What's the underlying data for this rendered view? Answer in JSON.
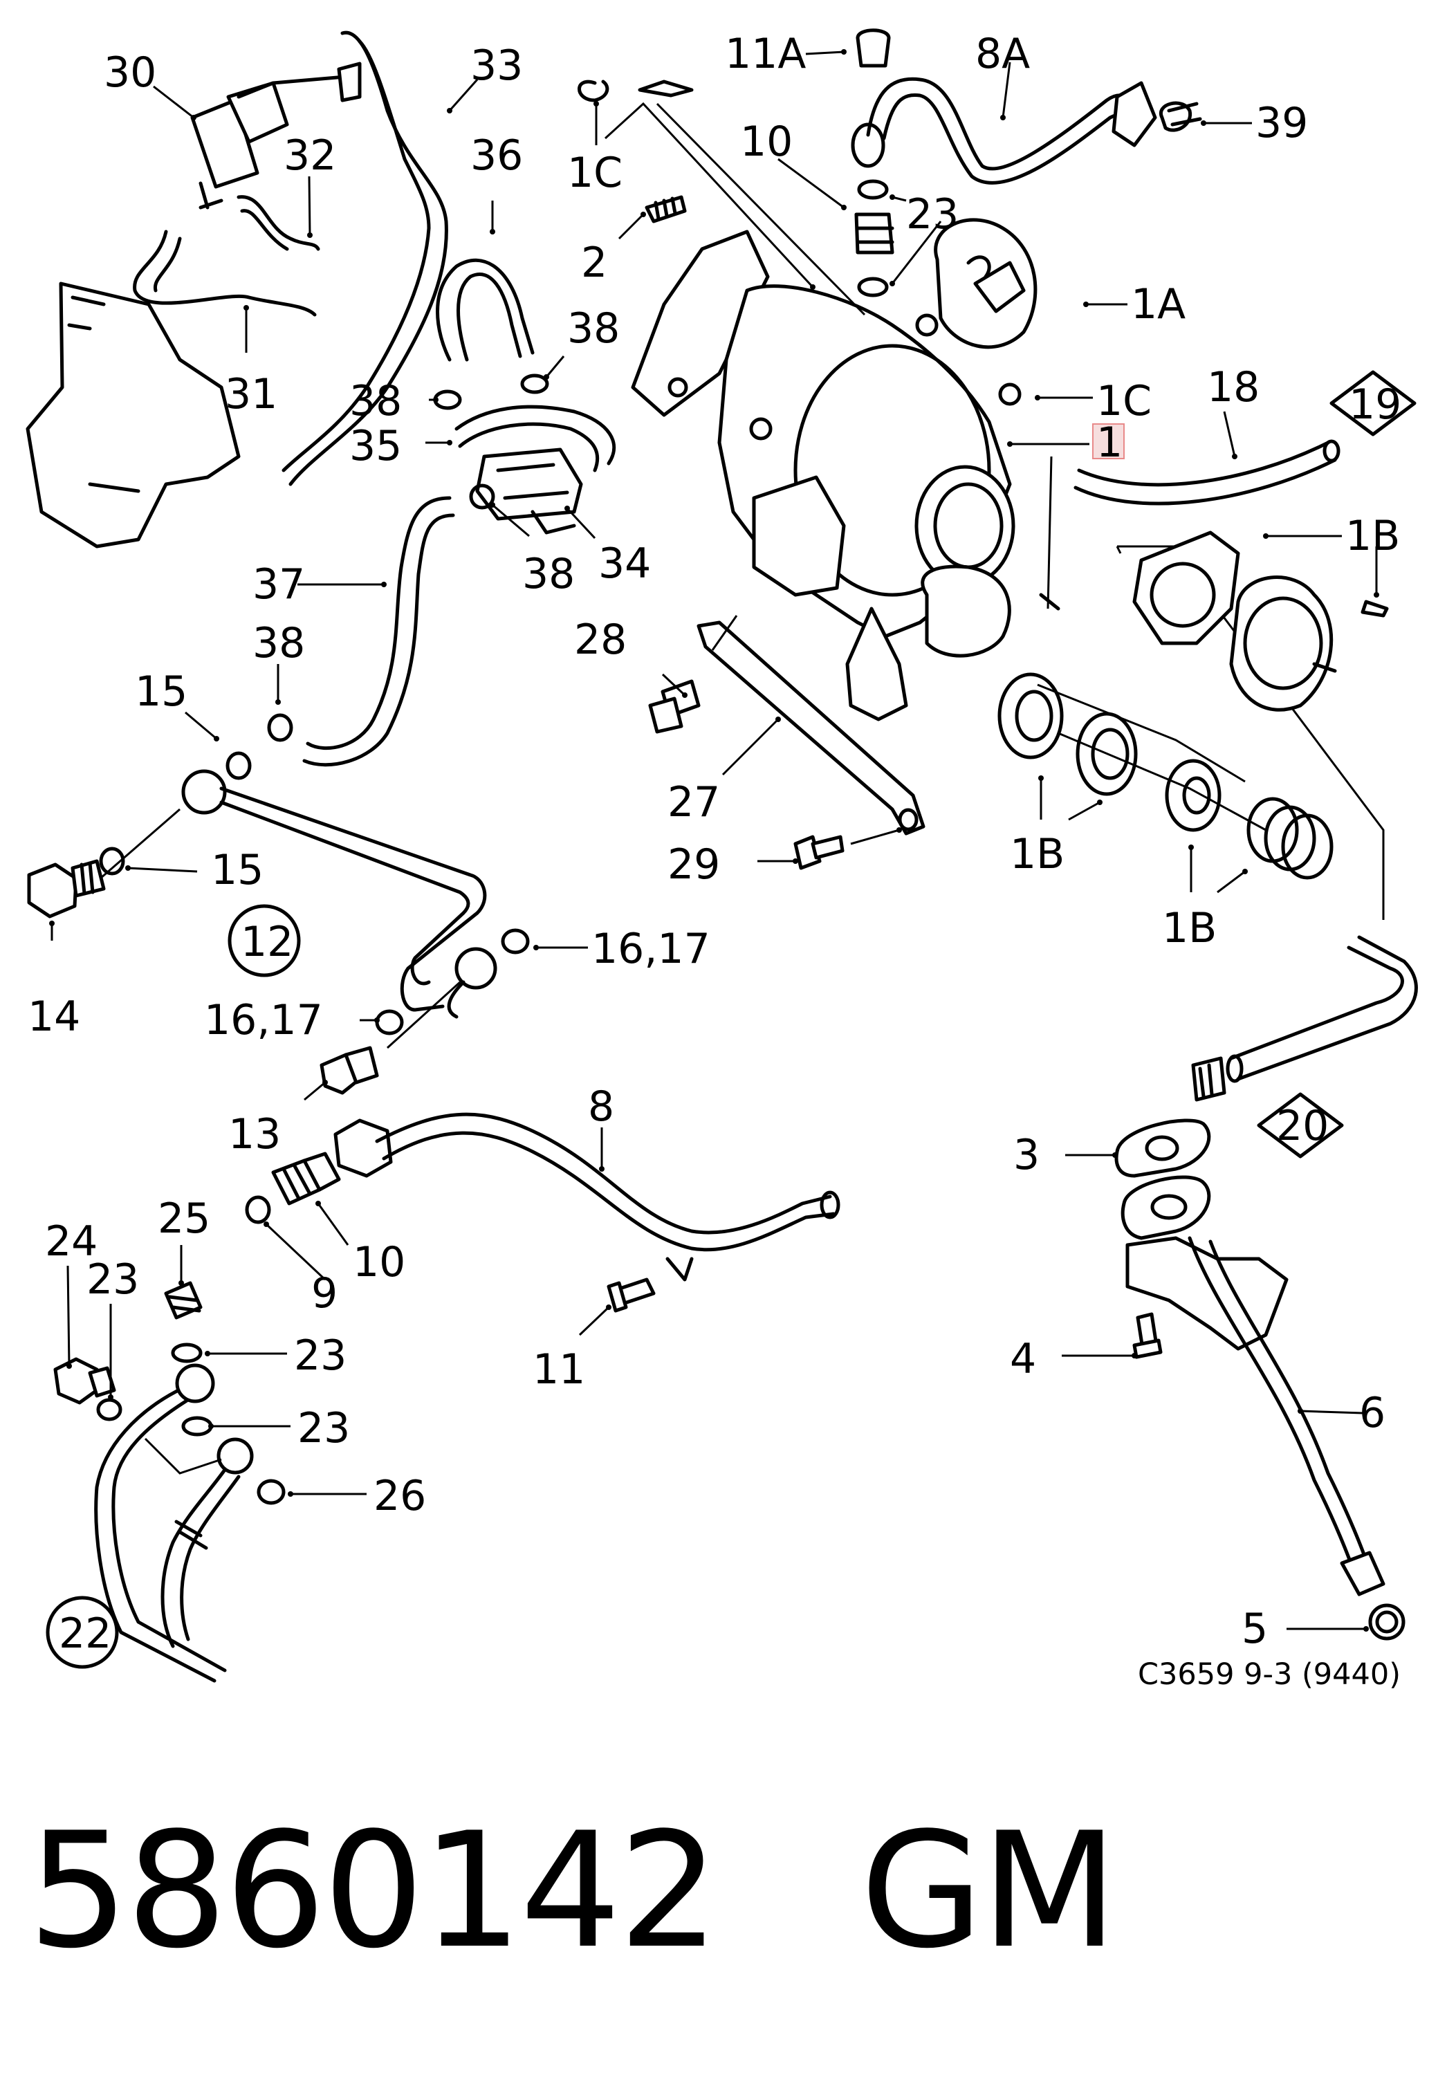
{
  "diagram": {
    "reference": "C3659 9-3 (9440)",
    "callouts": {
      "c30": "30",
      "c33": "33",
      "c32": "32",
      "c36": "36",
      "c31": "31",
      "c38a": "38",
      "c38b": "38",
      "c38c": "38",
      "c38d": "38",
      "c35": "35",
      "c37": "37",
      "c34": "34",
      "c11A": "11A",
      "c8A": "8A",
      "c39": "39",
      "c1Ca": "1C",
      "c10a": "10",
      "c23a": "23",
      "c2": "2",
      "c1A": "1A",
      "c1Cb": "1C",
      "c18": "18",
      "c19": "19",
      "c1": "1",
      "c1Ba": "1B",
      "c1Bb": "1B",
      "c1Bc": "1B",
      "c28": "28",
      "c27": "27",
      "c29": "29",
      "c15a": "15",
      "c15b": "15",
      "c12": "12",
      "c14": "14",
      "c1617a": "16,17",
      "c1617b": "16,17",
      "c13": "13",
      "c8": "8",
      "c10b": "10",
      "c9": "9",
      "c11": "11",
      "c20": "20",
      "c3": "3",
      "c4": "4",
      "c6": "6",
      "c5": "5",
      "c25": "25",
      "c24": "24",
      "c23b": "23",
      "c23c": "23",
      "c23d": "23",
      "c26": "26",
      "c22": "22"
    }
  },
  "footer": {
    "part_number": "5860142",
    "brand": "GM"
  }
}
